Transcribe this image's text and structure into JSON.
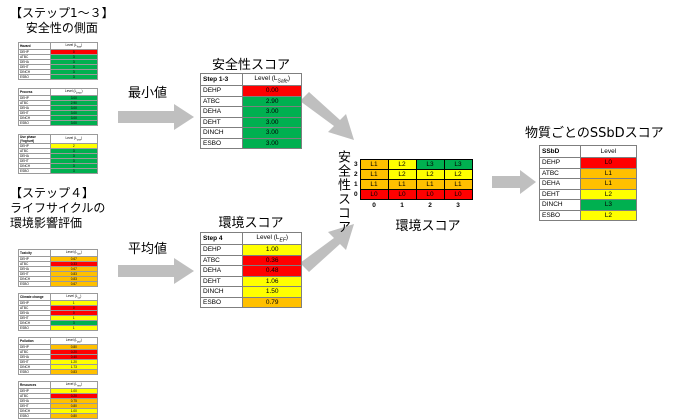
{
  "step13_heading": [
    "【ステップ1～３】",
    "安全性の側面"
  ],
  "step4_heading": [
    "【ステップ４】",
    "ライフサイクルの",
    "環境影響評価"
  ],
  "op_min": "最小値",
  "op_avg": "平均値",
  "safety_score_title": "安全性スコア",
  "env_score_title": "環境スコア",
  "final_title": "物質ごとのSSbDスコア",
  "matrix_ylabel": "安全性スコア",
  "matrix_xlabel": "環境スコア",
  "safety_table": {
    "h1": "Step 1-3",
    "h2": "Level (L",
    "h2_sub": "Safe",
    "h2_end": ")",
    "rows": [
      {
        "name": "DEHP",
        "value": "0.00",
        "color": "r"
      },
      {
        "name": "ATBC",
        "value": "2.90",
        "color": "g"
      },
      {
        "name": "DEHA",
        "value": "3.00",
        "color": "g"
      },
      {
        "name": "DEHT",
        "value": "3.00",
        "color": "g"
      },
      {
        "name": "DINCH",
        "value": "3.00",
        "color": "g"
      },
      {
        "name": "ESBO",
        "value": "3.00",
        "color": "g"
      }
    ]
  },
  "env_table": {
    "h1": "Step 4",
    "h2": "Level (L",
    "h2_sub": "EF",
    "h2_end": ")",
    "rows": [
      {
        "name": "DEHP",
        "value": "1.00",
        "color": "y"
      },
      {
        "name": "ATBC",
        "value": "0.36",
        "color": "r"
      },
      {
        "name": "DEHA",
        "value": "0.48",
        "color": "r"
      },
      {
        "name": "DEHT",
        "value": "1.06",
        "color": "y"
      },
      {
        "name": "DINCH",
        "value": "1.50",
        "color": "y"
      },
      {
        "name": "ESBO",
        "value": "0.79",
        "color": "o"
      }
    ]
  },
  "final_table": {
    "h1": "SSbD",
    "h2": "Level",
    "rows": [
      {
        "name": "DEHP",
        "value": "L0",
        "color": "r"
      },
      {
        "name": "ATBC",
        "value": "L1",
        "color": "o"
      },
      {
        "name": "DEHA",
        "value": "L1",
        "color": "o"
      },
      {
        "name": "DEHT",
        "value": "L2",
        "color": "y"
      },
      {
        "name": "DINCH",
        "value": "L3",
        "color": "g"
      },
      {
        "name": "ESBO",
        "value": "L2",
        "color": "y"
      }
    ]
  },
  "matrix": {
    "rows": [
      {
        "y": "3",
        "cells": [
          {
            "t": "L1",
            "c": "o"
          },
          {
            "t": "L2",
            "c": "y"
          },
          {
            "t": "L3",
            "c": "g"
          },
          {
            "t": "L3",
            "c": "g"
          }
        ]
      },
      {
        "y": "2",
        "cells": [
          {
            "t": "L1",
            "c": "o"
          },
          {
            "t": "L2",
            "c": "y"
          },
          {
            "t": "L2",
            "c": "y"
          },
          {
            "t": "L2",
            "c": "y"
          }
        ]
      },
      {
        "y": "1",
        "cells": [
          {
            "t": "L1",
            "c": "o"
          },
          {
            "t": "L1",
            "c": "o"
          },
          {
            "t": "L1",
            "c": "o"
          },
          {
            "t": "L1",
            "c": "o"
          }
        ]
      },
      {
        "y": "0",
        "cells": [
          {
            "t": "L0",
            "c": "r"
          },
          {
            "t": "L0",
            "c": "r"
          },
          {
            "t": "L0",
            "c": "r"
          },
          {
            "t": "L0",
            "c": "r"
          }
        ]
      }
    ],
    "x_ticks": [
      "0",
      "1",
      "2",
      "3"
    ]
  },
  "mini_safety": [
    {
      "h1": "Hazard",
      "h2": "Level (L",
      "h2_sub": "haz",
      "h2_end": ")",
      "rows": [
        [
          "DEHP",
          "0",
          "r"
        ],
        [
          "ATBC",
          "3",
          "g"
        ],
        [
          "DEHA",
          "3",
          "g"
        ],
        [
          "DEHT",
          "3",
          "g"
        ],
        [
          "DINCH",
          "3",
          "g"
        ],
        [
          "ESBO",
          "3",
          "g"
        ]
      ]
    },
    {
      "h1": "Process",
      "h2": "Level (L",
      "h2_sub": "proc",
      "h2_end": ")",
      "rows": [
        [
          "DEHP",
          "3.00",
          "g"
        ],
        [
          "ATBC",
          "2.90",
          "g"
        ],
        [
          "DEHA",
          "3.00",
          "g"
        ],
        [
          "DEHT",
          "3.00",
          "g"
        ],
        [
          "DINCH",
          "3.00",
          "g"
        ],
        [
          "ESBO",
          "3.00",
          "g"
        ]
      ]
    },
    {
      "h1": "Use phase (Yoghurt)",
      "h2": "Level (L",
      "h2_sub": "use",
      "h2_end": ")",
      "rows": [
        [
          "DEHP",
          "2",
          "y"
        ],
        [
          "ATBC",
          "3",
          "g"
        ],
        [
          "DEHA",
          "3",
          "g"
        ],
        [
          "DEHT",
          "3",
          "g"
        ],
        [
          "DINCH",
          "3",
          "g"
        ],
        [
          "ESBO",
          "3",
          "g"
        ]
      ]
    }
  ],
  "mini_env": [
    {
      "h1": "Toxicity",
      "h2": "Level (L",
      "h2_sub": "tox",
      "h2_end": ")",
      "rows": [
        [
          "DEHP",
          "0.67",
          "o"
        ],
        [
          "ATBC",
          "0.33",
          "r"
        ],
        [
          "DEHA",
          "0.67",
          "o"
        ],
        [
          "DEHT",
          "0.83",
          "o"
        ],
        [
          "DINCH",
          "0.83",
          "o"
        ],
        [
          "ESBO",
          "0.67",
          "o"
        ]
      ]
    },
    {
      "h1": "Climate change",
      "h2": "Level (L",
      "h2_sub": "cc",
      "h2_end": ")",
      "rows": [
        [
          "DEHP",
          "1",
          "y"
        ],
        [
          "ATBC",
          "0",
          "r"
        ],
        [
          "DEHA",
          "0",
          "r"
        ],
        [
          "DEHT",
          "1",
          "y"
        ],
        [
          "DINCH",
          "3",
          "g"
        ],
        [
          "ESBO",
          "1",
          "y"
        ]
      ]
    },
    {
      "h1": "Pollution",
      "h2": "Level (L",
      "h2_sub": "pol",
      "h2_end": ")",
      "rows": [
        [
          "DEHP",
          "0.80",
          "o"
        ],
        [
          "ATBC",
          "0.20",
          "r"
        ],
        [
          "DEHA",
          "0.40",
          "r"
        ],
        [
          "DEHT",
          "1.20",
          "y"
        ],
        [
          "DINCH",
          "1.73",
          "y"
        ],
        [
          "ESBO",
          "0.83",
          "o"
        ]
      ]
    },
    {
      "h1": "Resources",
      "h2": "Level (L",
      "h2_sub": "res",
      "h2_end": ")",
      "rows": [
        [
          "DEHP",
          "1.00",
          "y"
        ],
        [
          "ATBC",
          "0.20",
          "r"
        ],
        [
          "DEHA",
          "0.75",
          "o"
        ],
        [
          "DEHT",
          "0.80",
          "o"
        ],
        [
          "DINCH",
          "1.00",
          "y"
        ],
        [
          "ESBO",
          "0.80",
          "o"
        ]
      ]
    }
  ]
}
